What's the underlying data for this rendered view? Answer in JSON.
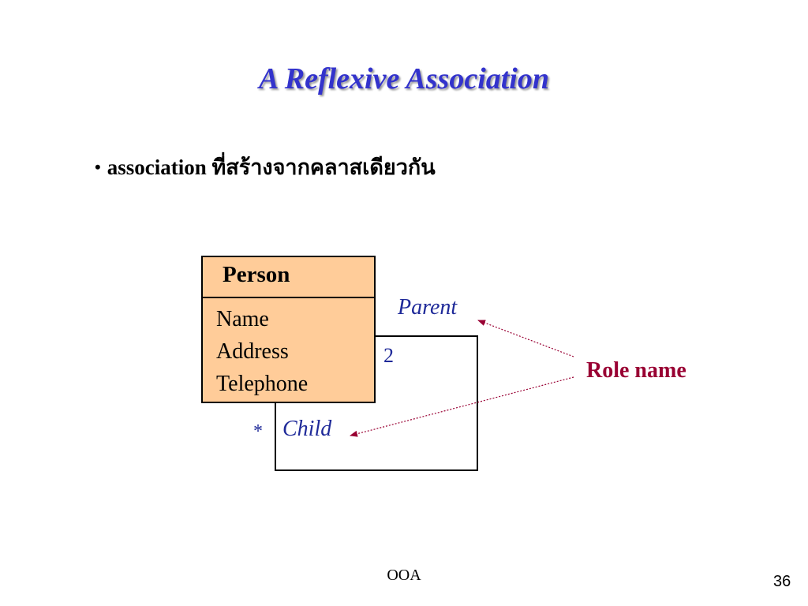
{
  "slide": {
    "title": "A Reflexive Association",
    "bullet": {
      "symbol": "•",
      "text": "association ที่สร้างจากคลาสเดียวกัน"
    },
    "diagram": {
      "class_name": "Person",
      "attributes": [
        "Name",
        "Address",
        "Telephone"
      ],
      "parent_role": "Parent",
      "child_role": "Child",
      "parent_multiplicity": "2",
      "child_multiplicity": "*",
      "callout_label": "Role name"
    },
    "footer": "OOA",
    "page_number": "36"
  },
  "colors": {
    "title": "#3333cc",
    "class_fill": "#ffcc99",
    "role_text": "#1f2a99",
    "callout": "#990033",
    "arrow": "#990033"
  }
}
